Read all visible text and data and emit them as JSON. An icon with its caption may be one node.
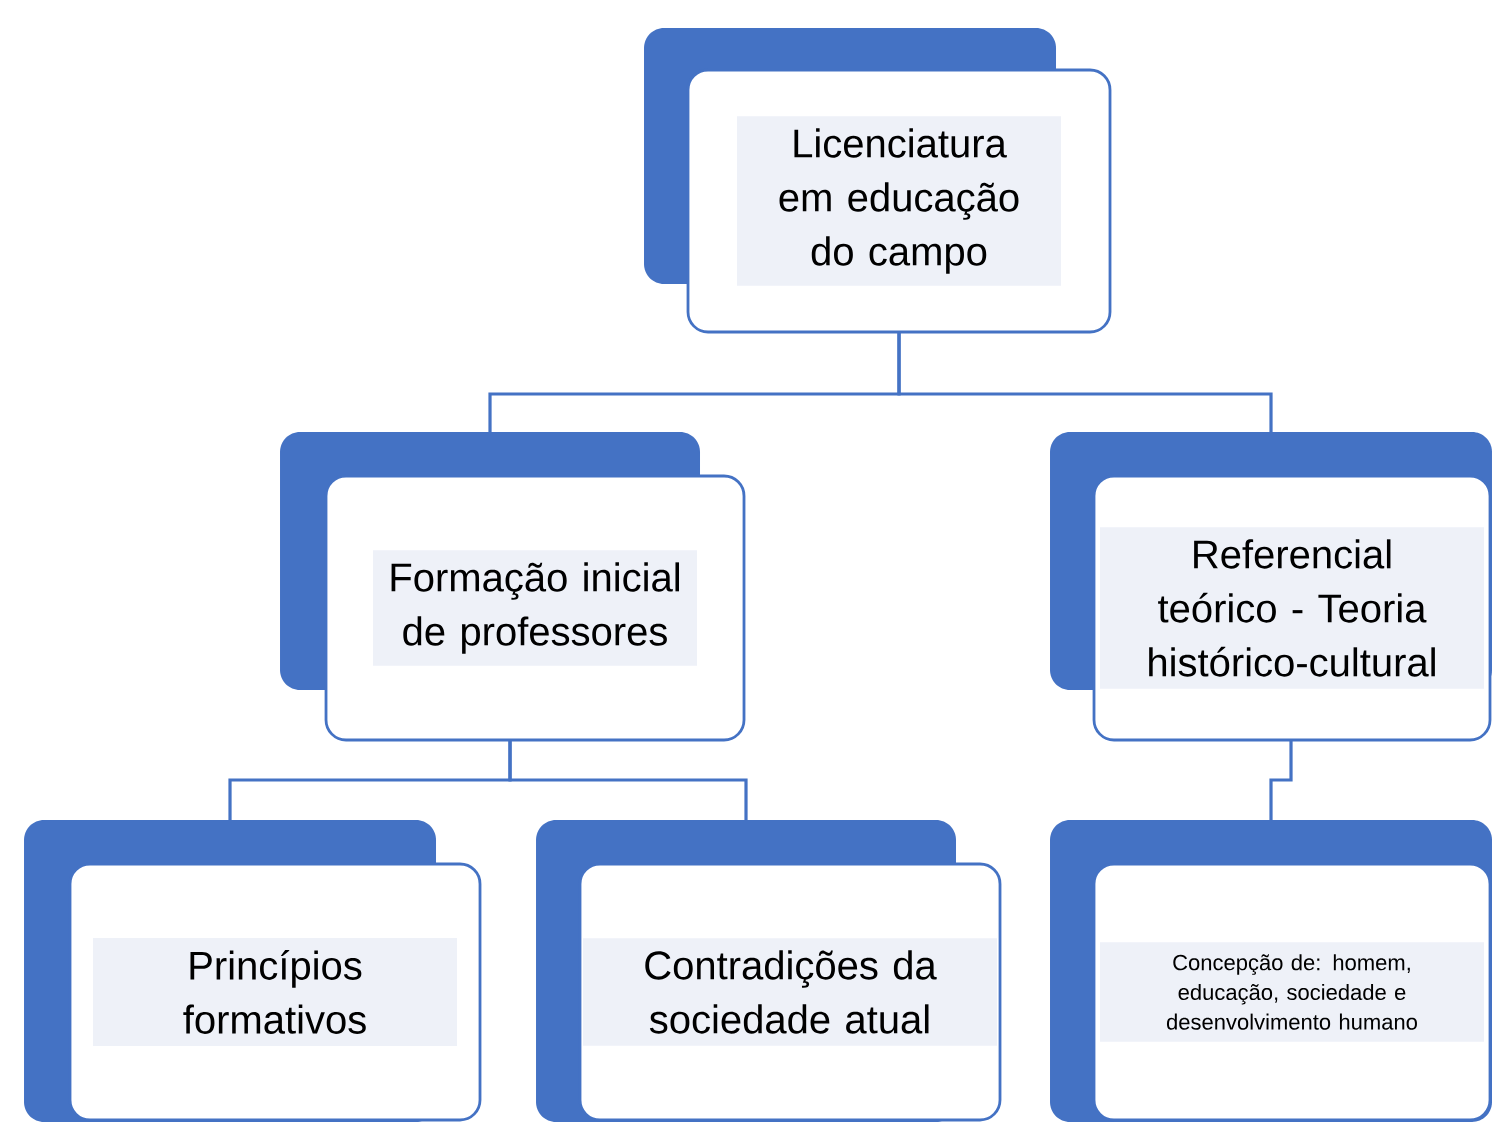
{
  "diagram": {
    "nodes": [
      {
        "text": [
          "Licenciatura em educação do campo"
        ]
      },
      {
        "text": [
          "Formação inicial de professores"
        ]
      },
      {
        "text": [
          "Referencial teórico - Teoria histórico-cultural"
        ]
      },
      {
        "text": [
          "Princípios formativos"
        ]
      },
      {
        "text": [
          "Contradições da sociedade atual"
        ]
      },
      {
        "text": [
          "Concepção de: homem, educação, sociedade e desenvolvimento humano"
        ]
      }
    ],
    "edges": [
      {
        "from": 0,
        "to": 1,
        "arrow": "none"
      },
      {
        "from": 0,
        "to": 2,
        "arrow": "none"
      },
      {
        "from": 1,
        "to": 3,
        "arrow": "none"
      },
      {
        "from": 1,
        "to": 4,
        "arrow": "none"
      },
      {
        "from": 2,
        "to": 5,
        "arrow": "none"
      }
    ]
  }
}
